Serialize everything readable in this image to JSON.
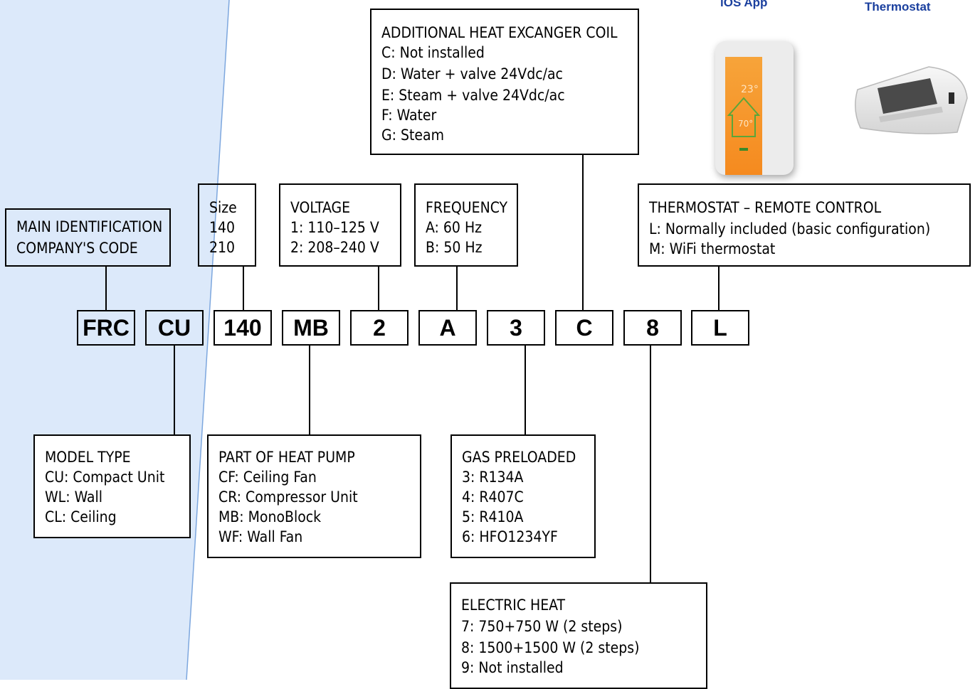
{
  "header": {
    "ios_app_label": "iOS App",
    "thermostat_label": "Thermostat"
  },
  "boxes": {
    "coil": {
      "title": "ADDITIONAL HEAT EXCANGER COIL",
      "lines": [
        "C:  Not installed",
        "D:  Water + valve 24Vdc/ac",
        "E:  Steam + valve 24Vdc/ac",
        "F:  Water",
        "G:  Steam"
      ]
    },
    "main_id": {
      "lines": [
        "MAIN IDENTIFICATION",
        "COMPANY'S CODE"
      ]
    },
    "size": {
      "title": "Size",
      "lines": [
        "140",
        "210"
      ]
    },
    "voltage": {
      "title": "VOLTAGE",
      "lines": [
        "1:  110–125 V",
        "2:  208–240 V"
      ]
    },
    "frequency": {
      "title": "FREQUENCY",
      "lines": [
        "A:  60 Hz",
        "B:  50 Hz"
      ]
    },
    "thermostat": {
      "title": "THERMOSTAT – REMOTE CONTROL",
      "lines": [
        "L:  Normally included (basic configuration)",
        "M:  WiFi thermostat"
      ]
    },
    "model_type": {
      "title": "MODEL TYPE",
      "lines": [
        "CU:  Compact Unit",
        "WL:  Wall",
        "CL:  Ceiling"
      ]
    },
    "heat_pump": {
      "title": "PART OF HEAT PUMP",
      "lines": [
        "CF:  Ceiling Fan",
        "CR:  Compressor Unit",
        "MB:  MonoBlock",
        "WF:  Wall Fan"
      ]
    },
    "gas": {
      "title": "GAS PRELOADED",
      "lines": [
        "3:  R134A",
        "4:  R407C",
        "5:  R410A",
        "6:  HFO1234YF"
      ]
    },
    "electric": {
      "title": "ELECTRIC HEAT",
      "lines": [
        "7:  750+750 W (2 steps)",
        "8:  1500+1500 W (2 steps)",
        "9:  Not installed"
      ]
    }
  },
  "code_segments": [
    "FRC",
    "CU",
    "140",
    "MB",
    "2",
    "A",
    "3",
    "C",
    "8",
    "L"
  ],
  "phone_screen": {
    "temp_top": "23°",
    "temp_bottom": "70°"
  },
  "colors": {
    "left_panel": "#dce9fa",
    "header_text": "#1a3f9e",
    "phone_screen": "#f5901f"
  }
}
